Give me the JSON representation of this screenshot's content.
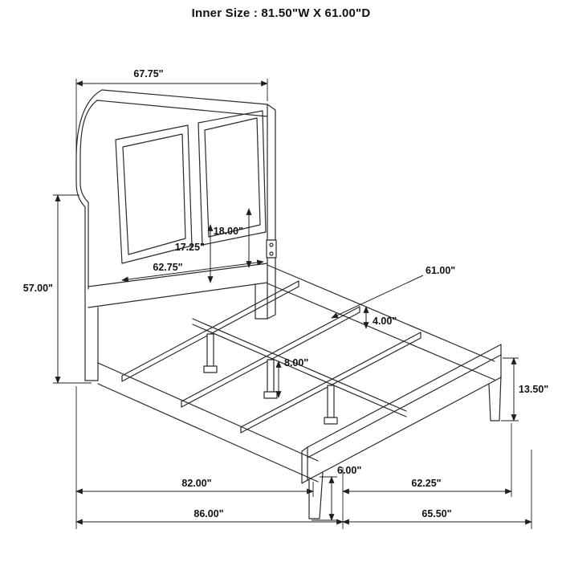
{
  "title": "Inner Size : 81.50\"W X 61.00\"D",
  "dims": {
    "headboard_width": "67.75\"",
    "headboard_height": "57.00\"",
    "panel_height": "18.00\"",
    "panel_inner_height": "17.25\"",
    "headboard_inner_width": "62.75\"",
    "inner_width": "61.00\"",
    "rail_height": "4.00\"",
    "center_leg_height": "8.00\"",
    "footboard_height": "13.50\"",
    "foot_leg_height": "6.00\"",
    "frame_length": "82.00\"",
    "overall_length": "86.00\"",
    "footboard_inner_width": "62.25\"",
    "overall_width": "65.50\""
  },
  "colors": {
    "line": "#2a2a2a",
    "text": "#111111",
    "background": "#ffffff"
  }
}
